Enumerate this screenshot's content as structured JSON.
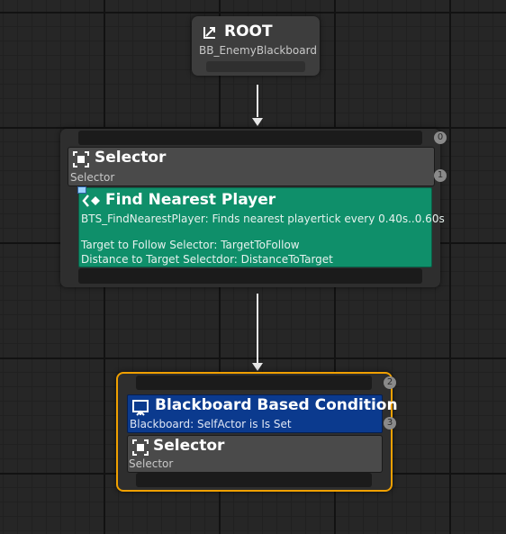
{
  "root_node": {
    "title": "ROOT",
    "subtitle": "BB_EnemyBlackboard",
    "icon": "root-icon"
  },
  "selector_node": {
    "title": "Selector",
    "subtitle": "Selector",
    "index": "1",
    "outer_index": "0",
    "service": {
      "title": "Find Nearest Player",
      "description": "BTS_FindNearestPlayer: Finds nearest playertick every 0.40s..0.60s",
      "param1": "Target to Follow Selector: TargetToFollow",
      "param2": "Distance to Target Selectdor: DistanceToTarget",
      "color": "#0f8f6a"
    }
  },
  "sub_selector_node": {
    "outer_index": "2",
    "index": "3",
    "decorator": {
      "title": "Blackboard Based Condition",
      "subtitle": "Blackboard: SelfActor is Is Set",
      "color": "#0b3a8e"
    },
    "title": "Selector",
    "subtitle": "Selector",
    "selection_color": "#f0a000"
  }
}
